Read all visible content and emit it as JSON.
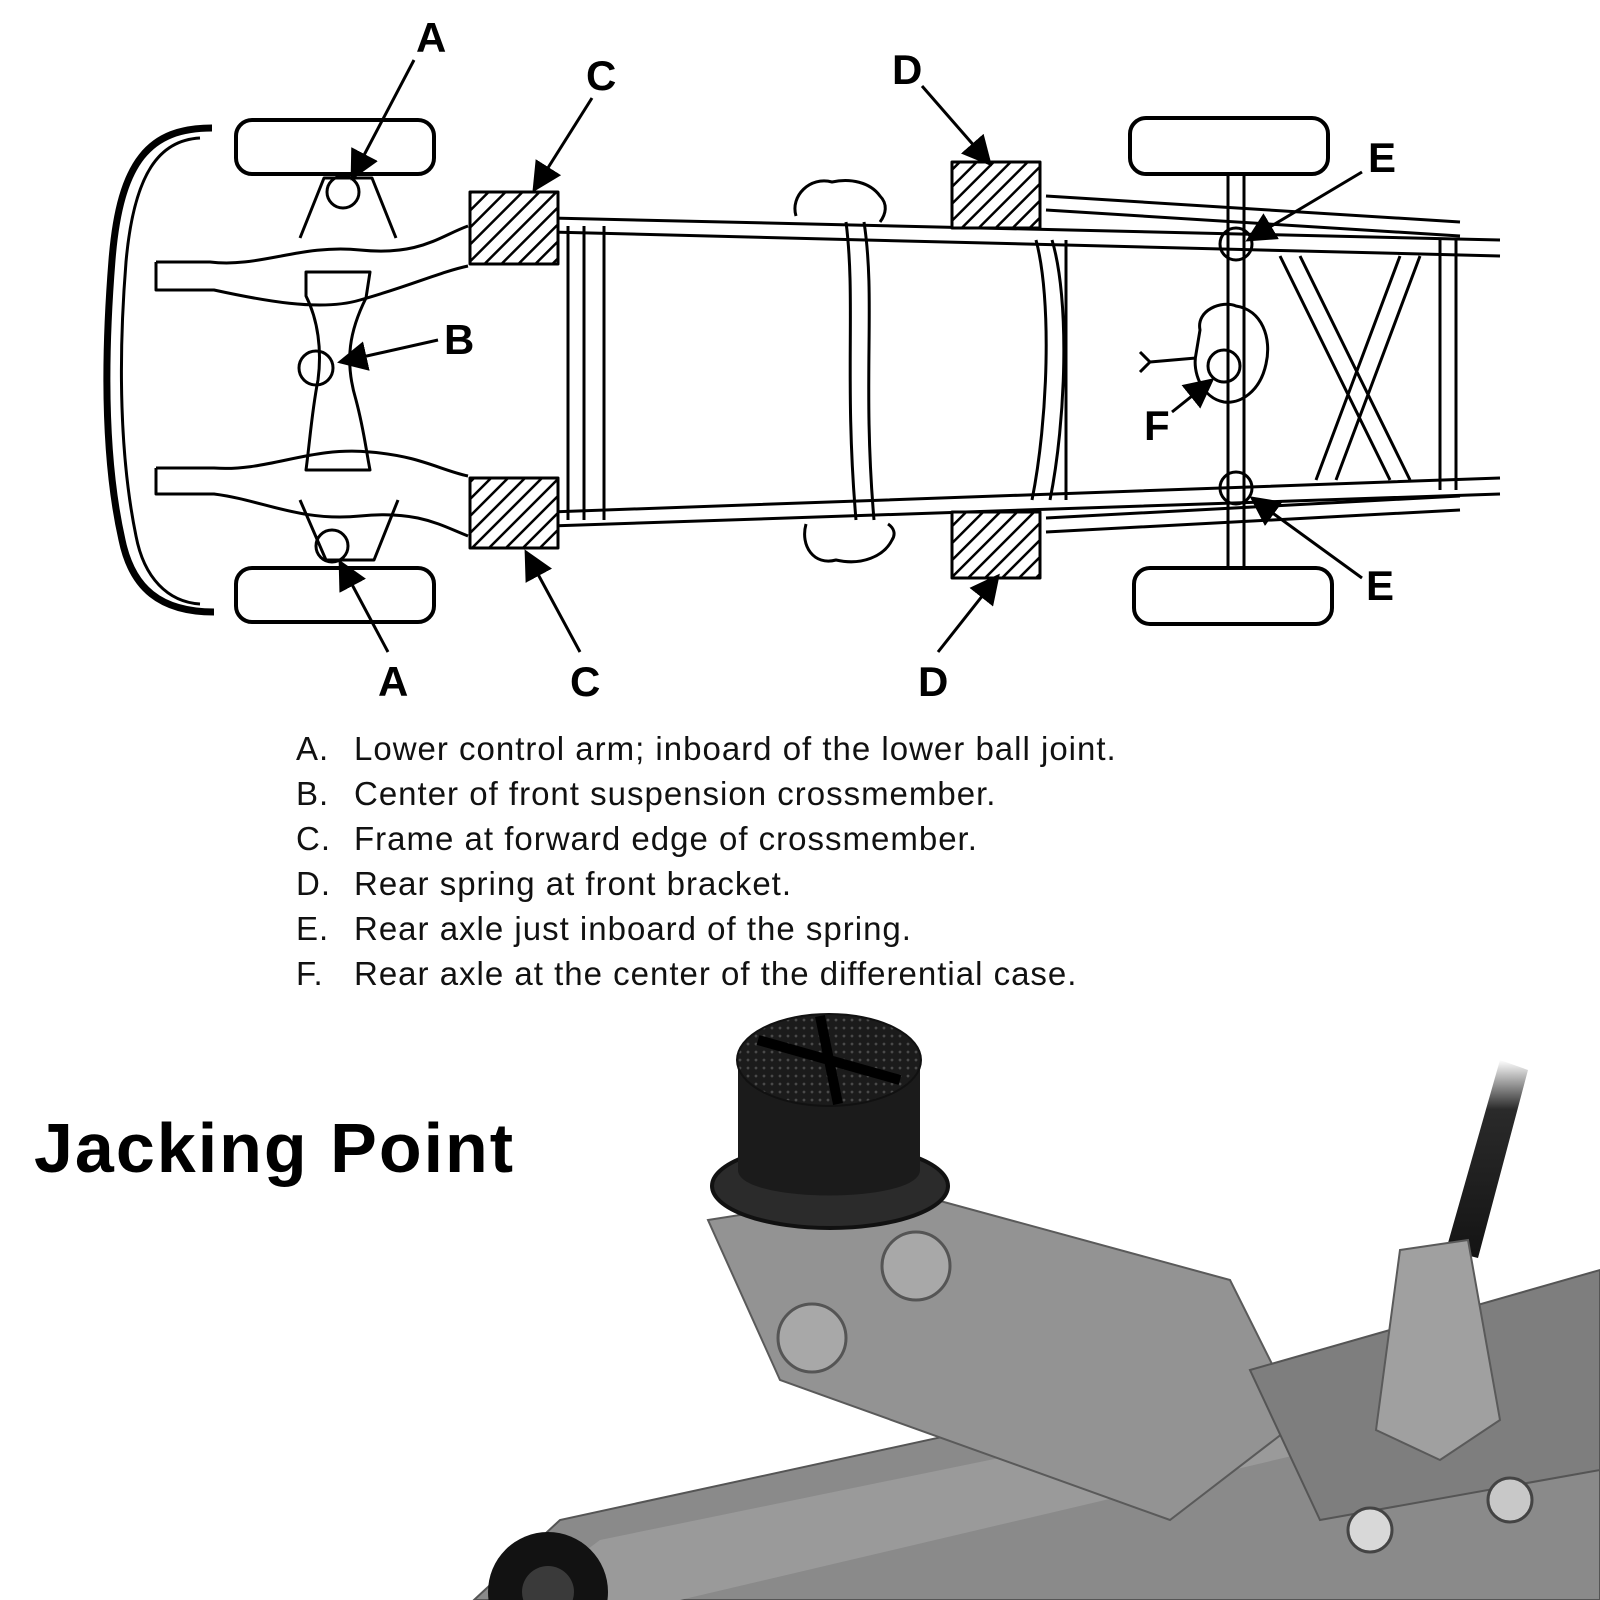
{
  "diagram": {
    "callouts": {
      "a_top": "A",
      "a_bottom": "A",
      "b": "B",
      "c_top": "C",
      "c_bottom": "C",
      "d_top": "D",
      "d_bottom": "D",
      "e_top": "E",
      "e_bottom": "E",
      "f": "F"
    }
  },
  "legend": [
    {
      "key": "A.",
      "text": "Lower control arm; inboard of the lower ball joint."
    },
    {
      "key": "B.",
      "text": "Center of front suspension crossmember."
    },
    {
      "key": "C.",
      "text": "Frame at forward edge of crossmember."
    },
    {
      "key": "D.",
      "text": "Rear spring at front bracket."
    },
    {
      "key": "E.",
      "text": "Rear axle just inboard of the spring."
    },
    {
      "key": "F.",
      "text": "Rear axle at the center of the differential case."
    }
  ],
  "product": {
    "heading": "Jacking Point",
    "colors": {
      "jack_body": "#8f8f8f",
      "jack_pad": "#1b1b1b",
      "handle": "#141414"
    }
  }
}
